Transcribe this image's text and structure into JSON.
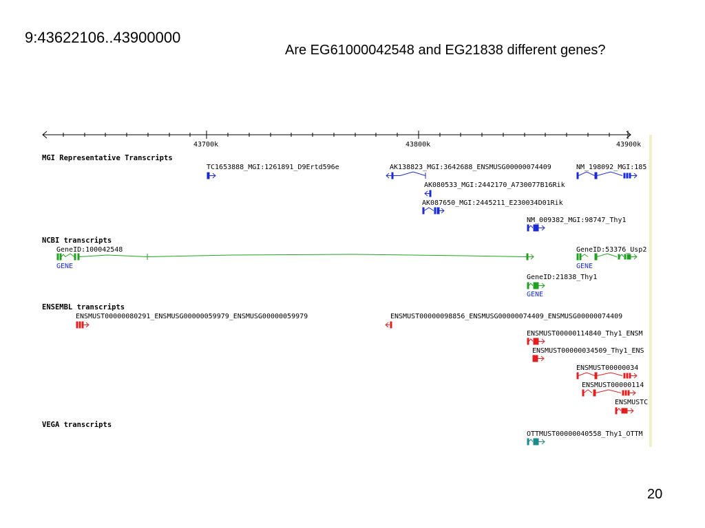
{
  "slide": {
    "title": "9:43622106..43900000",
    "question": "Are EG61000042548 and EG21838 different genes?",
    "page_number": "20"
  },
  "ruler": {
    "ticks": [
      "43700k",
      "43800k",
      "43900k"
    ]
  },
  "colors": {
    "mgi": "#1a2bd6",
    "ncbi": "#22a022",
    "ncbi_label": "#1a2bd6",
    "ensembl": "#e02020",
    "vega": "#1a8a8a"
  },
  "tracks": {
    "mgi": {
      "title": "MGI Representative Transcripts",
      "features": [
        "TC1653888_MGI:1261891_D9Ertd596e",
        "AK138823_MGI:3642688_ENSMUSG00000074409",
        "NM_198092_MGI:185",
        "AK080533_MGI:2442170_A730077B16Rik",
        "AK087650_MGI:2445211_E230034D01Rik",
        "NM_009382_MGI:98747_Thy1"
      ]
    },
    "ncbi": {
      "title": "NCBI transcripts",
      "features": [
        "GeneID:100042548",
        "GENE",
        "GeneID:53376_Usp2",
        "GENE",
        "GeneID:21838_Thy1",
        "GENE"
      ]
    },
    "ensembl": {
      "title": "ENSEMBL transcripts",
      "features": [
        "ENSMUST00000080291_ENSMUSG00000059979_ENSMUSG00000059979",
        "ENSMUST00000098856_ENSMUSG00000074409_ENSMUSG00000074409",
        "ENSMUST00000114840_Thy1_ENSM",
        "ENSMUST00000034509_Thy1_ENS",
        "ENSMUST00000034",
        "ENSMUST00000114",
        "ENSMUSTC"
      ]
    },
    "vega": {
      "title": "VEGA transcripts",
      "features": [
        "OTTMUST00000040558_Thy1_OTTM"
      ]
    }
  }
}
